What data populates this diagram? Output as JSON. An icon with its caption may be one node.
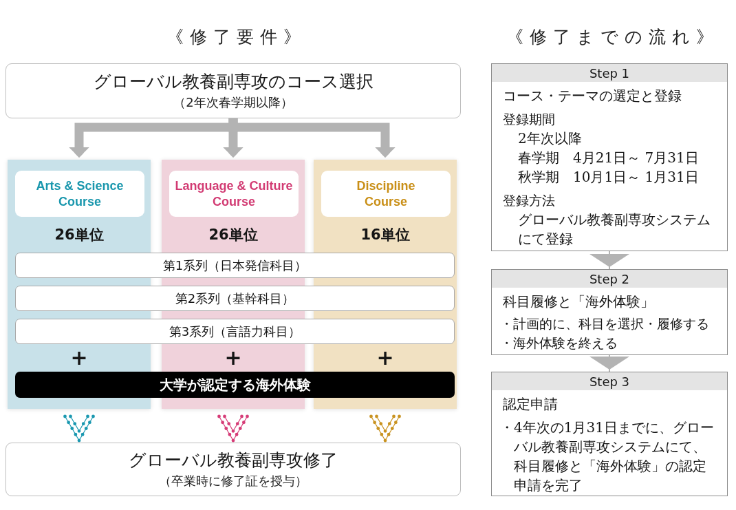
{
  "diagram": {
    "nodes": [
      {
        "text": [
          "グローバル教養副専攻のコース選択",
          "（2年次春学期以降）"
        ]
      },
      {
        "text": [
          "26単位",
          "+"
        ]
      },
      {
        "text": [
          "Arts & Science Course"
        ],
        "in": 1
      },
      {
        "text": [
          "26単位",
          "+"
        ]
      },
      {
        "text": [
          "Language & Culture Course"
        ],
        "in": 3
      },
      {
        "text": [
          "16単位",
          "+"
        ]
      },
      {
        "text": [
          "Discipline Course"
        ],
        "in": 5
      },
      {
        "text": [
          "第1系列（日本発信科目）"
        ]
      },
      {
        "text": [
          "第2系列（基幹科目）"
        ]
      },
      {
        "text": [
          "第3系列（言語力科目）"
        ]
      },
      {
        "text": [
          "大学が認定する海外体験"
        ]
      },
      {
        "text": [
          "グローバル教養副専攻修了",
          "（卒業時に修了証を授与）"
        ]
      },
      {
        "text": [
          "Step 1",
          "コース・テーマの選定と登録",
          "登録期間",
          "2年次以降",
          "春学期　4月21日～ 7月31日",
          "秋学期　10月1日～ 1月31日",
          "登録方法",
          "グローバル教養副専攻システムにて登録"
        ]
      },
      {
        "text": [
          "Step 2",
          "科目履修と「海外体験」",
          "・計画的に、科目を選択・履修する",
          "・海外体験を終える"
        ]
      },
      {
        "text": [
          "Step 3",
          "認定申請",
          "・4年次の1月31日までに、グローバル教養副専攻システムにて、科目履修と「海外体験」の認定申請を完了"
        ]
      }
    ],
    "edges": [
      {
        "from": 0,
        "to": 1,
        "arrow": "to",
        "style": "thick"
      },
      {
        "from": 0,
        "to": 3,
        "arrow": "to",
        "style": "thick"
      },
      {
        "from": 0,
        "to": 5,
        "arrow": "to",
        "style": "thick"
      },
      {
        "from": 1,
        "to": 11,
        "arrow": "to",
        "style": "dashed",
        "color": "#1a98b0"
      },
      {
        "from": 3,
        "to": 11,
        "arrow": "to",
        "style": "dashed",
        "color": "#d63c77"
      },
      {
        "from": 5,
        "to": 11,
        "arrow": "to",
        "style": "dashed",
        "color": "#c99320"
      },
      {
        "from": 12,
        "to": 13,
        "arrow": "to"
      },
      {
        "from": 13,
        "to": 14,
        "arrow": "to"
      }
    ],
    "labels": [
      "《修了要件》",
      "《修了までの流れ》"
    ]
  }
}
